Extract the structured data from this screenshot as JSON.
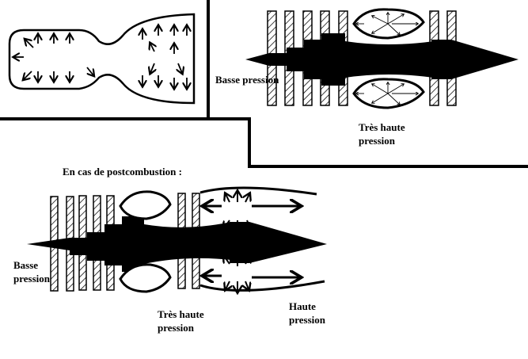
{
  "top_engine": {
    "low_pressure_label": "Basse pression",
    "very_high_pressure_label": "Très haute pression"
  },
  "afterburner": {
    "heading": "En cas de postcombustion :",
    "low_pressure_label": "Basse pression",
    "very_high_pressure_label": "Très haute pression",
    "high_pressure_label": "Haute pression"
  }
}
